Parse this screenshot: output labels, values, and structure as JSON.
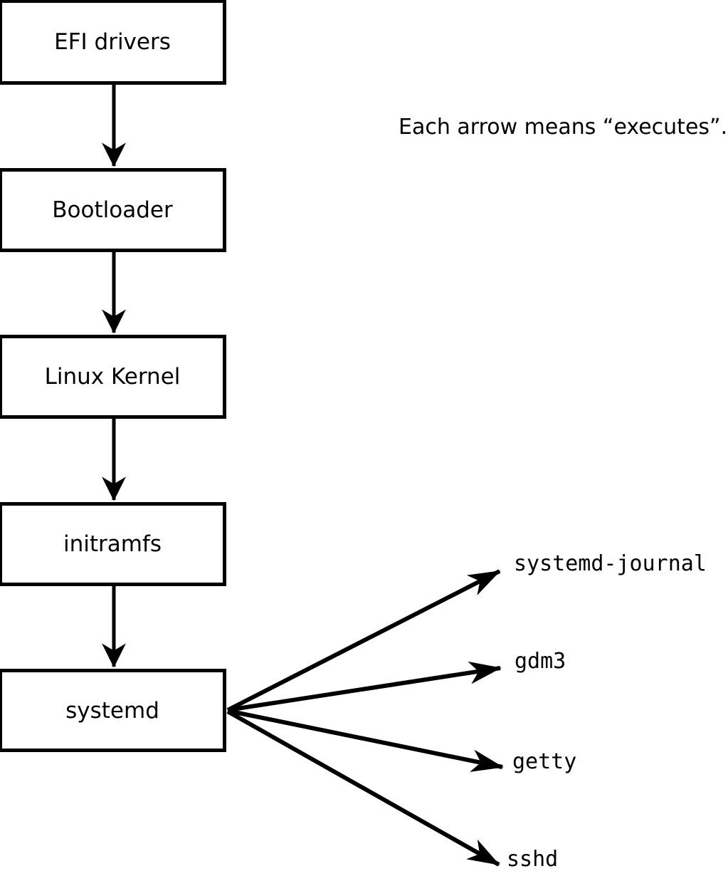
{
  "diagram": {
    "title_annotation": "Each arrow means “executes”.",
    "arrow_meaning": "executes",
    "boxes": [
      {
        "id": "efi-drivers",
        "label": "EFI drivers"
      },
      {
        "id": "bootloader",
        "label": "Bootloader"
      },
      {
        "id": "linux-kernel",
        "label": "Linux Kernel"
      },
      {
        "id": "initramfs",
        "label": "initramfs"
      },
      {
        "id": "systemd",
        "label": "systemd"
      }
    ],
    "chain": [
      "EFI drivers",
      "Bootloader",
      "Linux Kernel",
      "initramfs",
      "systemd"
    ],
    "targets": [
      {
        "id": "systemd-journal",
        "label": "systemd-journal"
      },
      {
        "id": "gdm3",
        "label": "gdm3"
      },
      {
        "id": "getty",
        "label": "getty"
      },
      {
        "id": "sshd",
        "label": "sshd"
      }
    ],
    "colors": {
      "stroke": "#000000",
      "fill": "#ffffff"
    }
  }
}
